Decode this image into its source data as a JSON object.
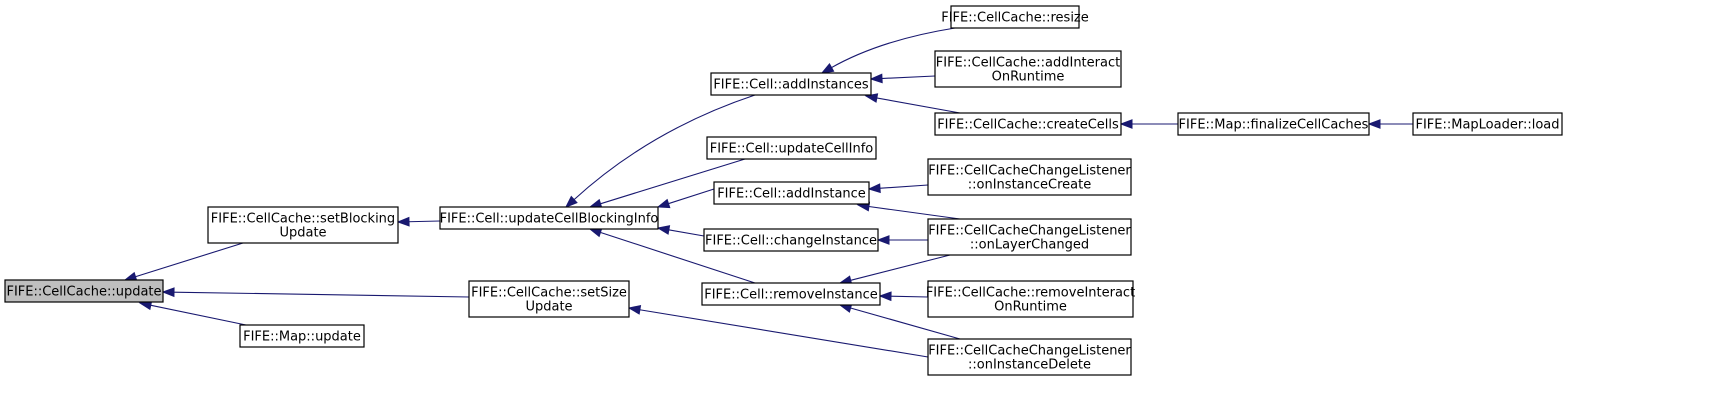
{
  "nodes": [
    {
      "id": "n_update",
      "lines": [
        "FIFE::CellCache::update"
      ]
    },
    {
      "id": "n_setBlocking",
      "lines": [
        "FIFE::CellCache::setBlocking",
        "Update"
      ]
    },
    {
      "id": "n_mapUpdate",
      "lines": [
        "FIFE::Map::update"
      ]
    },
    {
      "id": "n_setSize",
      "lines": [
        "FIFE::CellCache::setSize",
        "Update"
      ]
    },
    {
      "id": "n_updateCellBlocking",
      "lines": [
        "FIFE::Cell::updateCellBlockingInfo"
      ]
    },
    {
      "id": "n_addInstances",
      "lines": [
        "FIFE::Cell::addInstances"
      ]
    },
    {
      "id": "n_updateCellInfo",
      "lines": [
        "FIFE::Cell::updateCellInfo"
      ]
    },
    {
      "id": "n_addInstance",
      "lines": [
        "FIFE::Cell::addInstance"
      ]
    },
    {
      "id": "n_changeInstance",
      "lines": [
        "FIFE::Cell::changeInstance"
      ]
    },
    {
      "id": "n_removeInstance",
      "lines": [
        "FIFE::Cell::removeInstance"
      ]
    },
    {
      "id": "n_resize",
      "lines": [
        "FIFE::CellCache::resize"
      ]
    },
    {
      "id": "n_addInteract",
      "lines": [
        "FIFE::CellCache::addInteract",
        "OnRuntime"
      ]
    },
    {
      "id": "n_createCells",
      "lines": [
        "FIFE::CellCache::createCells"
      ]
    },
    {
      "id": "n_finalize",
      "lines": [
        "FIFE::Map::finalizeCellCaches"
      ]
    },
    {
      "id": "n_mapLoader",
      "lines": [
        "FIFE::MapLoader::load"
      ]
    },
    {
      "id": "n_onInstanceCreate",
      "lines": [
        "FIFE::CellCacheChangeListener",
        "::onInstanceCreate"
      ]
    },
    {
      "id": "n_onLayerChanged",
      "lines": [
        "FIFE::CellCacheChangeListener",
        "::onLayerChanged"
      ]
    },
    {
      "id": "n_removeInteract",
      "lines": [
        "FIFE::CellCache::removeInteract",
        "OnRuntime"
      ]
    },
    {
      "id": "n_onInstanceDelete",
      "lines": [
        "FIFE::CellCacheChangeListener",
        "::onInstanceDelete"
      ]
    }
  ],
  "edges": [
    {
      "from": "n_setBlocking",
      "to": "n_update"
    },
    {
      "from": "n_setSize",
      "to": "n_update"
    },
    {
      "from": "n_mapUpdate",
      "to": "n_update"
    },
    {
      "from": "n_updateCellBlocking",
      "to": "n_setBlocking"
    },
    {
      "from": "n_addInstances",
      "to": "n_updateCellBlocking"
    },
    {
      "from": "n_updateCellInfo",
      "to": "n_updateCellBlocking"
    },
    {
      "from": "n_addInstance",
      "to": "n_updateCellBlocking"
    },
    {
      "from": "n_changeInstance",
      "to": "n_updateCellBlocking"
    },
    {
      "from": "n_removeInstance",
      "to": "n_updateCellBlocking"
    },
    {
      "from": "n_resize",
      "to": "n_addInstances"
    },
    {
      "from": "n_addInteract",
      "to": "n_addInstances"
    },
    {
      "from": "n_createCells",
      "to": "n_addInstances"
    },
    {
      "from": "n_finalize",
      "to": "n_createCells"
    },
    {
      "from": "n_mapLoader",
      "to": "n_finalize"
    },
    {
      "from": "n_onInstanceCreate",
      "to": "n_addInstance"
    },
    {
      "from": "n_onLayerChanged",
      "to": "n_addInstance"
    },
    {
      "from": "n_onLayerChanged",
      "to": "n_changeInstance"
    },
    {
      "from": "n_onLayerChanged",
      "to": "n_removeInstance"
    },
    {
      "from": "n_removeInteract",
      "to": "n_removeInstance"
    },
    {
      "from": "n_onInstanceDelete",
      "to": "n_removeInstance"
    },
    {
      "from": "n_onInstanceDelete",
      "to": "n_setSize"
    }
  ],
  "colors": {
    "edge": "#191970",
    "focus_fill": "#bfbfbf",
    "node_fill": "#ffffff",
    "node_stroke": "#000000"
  }
}
